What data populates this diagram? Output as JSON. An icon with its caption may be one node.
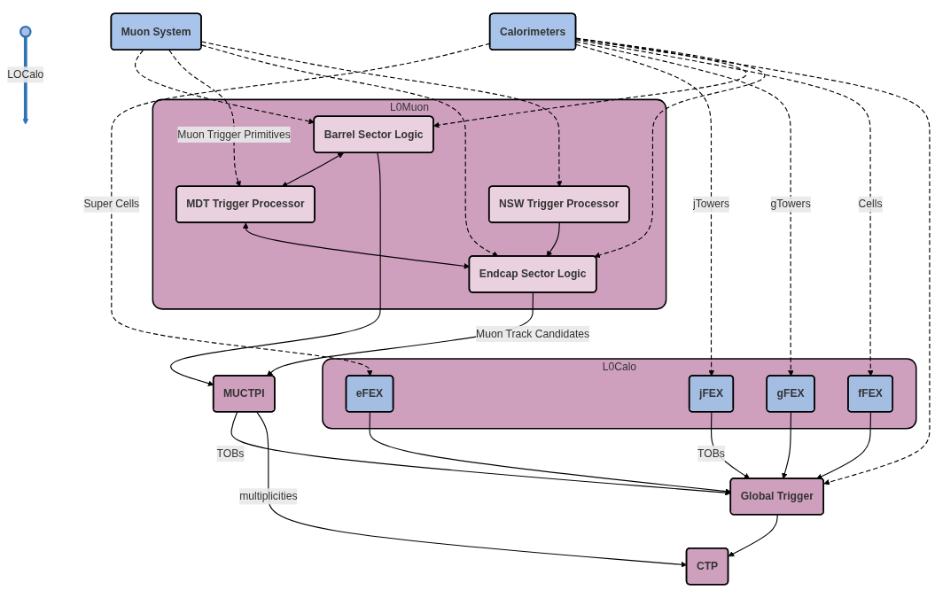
{
  "diagram": {
    "nodes": [
      {
        "text": [
          "Calorimeters"
        ]
      },
      {
        "text": [
          "Muon System"
        ]
      },
      {
        "text": [
          "L0Calo"
        ]
      },
      {
        "text": [
          "eFEX"
        ],
        "in": 2
      },
      {
        "text": [
          "jFEX"
        ],
        "in": 2
      },
      {
        "text": [
          "gFEX"
        ],
        "in": 2
      },
      {
        "text": [
          "fFEX"
        ],
        "in": 2
      },
      {
        "text": [
          "L0Muon"
        ]
      },
      {
        "text": [
          "NSW Trigger Processor"
        ],
        "in": 7
      },
      {
        "text": [
          "Barrel Sector Logic"
        ],
        "in": 7
      },
      {
        "text": [
          "MDT Trigger Processor"
        ],
        "in": 7
      },
      {
        "text": [
          "Endcap Sector Logic"
        ],
        "in": 7
      },
      {
        "text": [
          "MUCTPI"
        ]
      },
      {
        "text": [
          "Global Trigger"
        ]
      },
      {
        "text": [
          "CTP"
        ]
      },
      {
        "text": [],
        "shape": "ellipse"
      }
    ],
    "edges": [
      {
        "from": 0,
        "to": 3,
        "arrow": "to",
        "label": "Super Cells",
        "style": "dashed"
      },
      {
        "from": 0,
        "to": 4,
        "arrow": "to",
        "label": "jTowers",
        "style": "dashed"
      },
      {
        "from": 0,
        "to": 5,
        "arrow": "to",
        "label": "gTowers",
        "style": "dashed"
      },
      {
        "from": 0,
        "to": 6,
        "arrow": "to",
        "label": "Cells",
        "style": "dashed"
      },
      {
        "from": 0,
        "to": 13,
        "arrow": "to",
        "style": "dashed"
      },
      {
        "from": 0,
        "to": 9,
        "arrow": "to",
        "style": "dashed"
      },
      {
        "from": 0,
        "to": 11,
        "arrow": "to",
        "style": "dashed"
      },
      {
        "from": 1,
        "to": 9,
        "arrow": "to",
        "style": "dashed"
      },
      {
        "from": 1,
        "to": 10,
        "arrow": "to",
        "label": "Muon Trigger Primitives",
        "style": "dashed"
      },
      {
        "from": 1,
        "to": 11,
        "arrow": "to",
        "style": "dashed"
      },
      {
        "from": 1,
        "to": 8,
        "arrow": "to",
        "style": "dashed"
      },
      {
        "from": 8,
        "to": 11,
        "arrow": "to"
      },
      {
        "from": 9,
        "to": 10,
        "arrow": "both"
      },
      {
        "from": 10,
        "to": 11,
        "arrow": "both"
      },
      {
        "from": 9,
        "to": 12,
        "arrow": "to"
      },
      {
        "from": 11,
        "to": 12,
        "arrow": "to",
        "label": "Muon Track Candidates"
      },
      {
        "from": 3,
        "to": 13,
        "arrow": "to"
      },
      {
        "from": 4,
        "to": 13,
        "arrow": "to",
        "label": "TOBs"
      },
      {
        "from": 5,
        "to": 13,
        "arrow": "to"
      },
      {
        "from": 6,
        "to": 13,
        "arrow": "to"
      },
      {
        "from": 12,
        "to": 13,
        "arrow": "to",
        "label": "TOBs"
      },
      {
        "from": 12,
        "to": 14,
        "arrow": "to",
        "label": "multiplicities"
      },
      {
        "from": 13,
        "to": 14,
        "arrow": "to"
      },
      {
        "from": 15,
        "to": null,
        "arrow": "to",
        "label": "LOCalo",
        "color": "#2e75b6",
        "style": "thick"
      }
    ]
  }
}
